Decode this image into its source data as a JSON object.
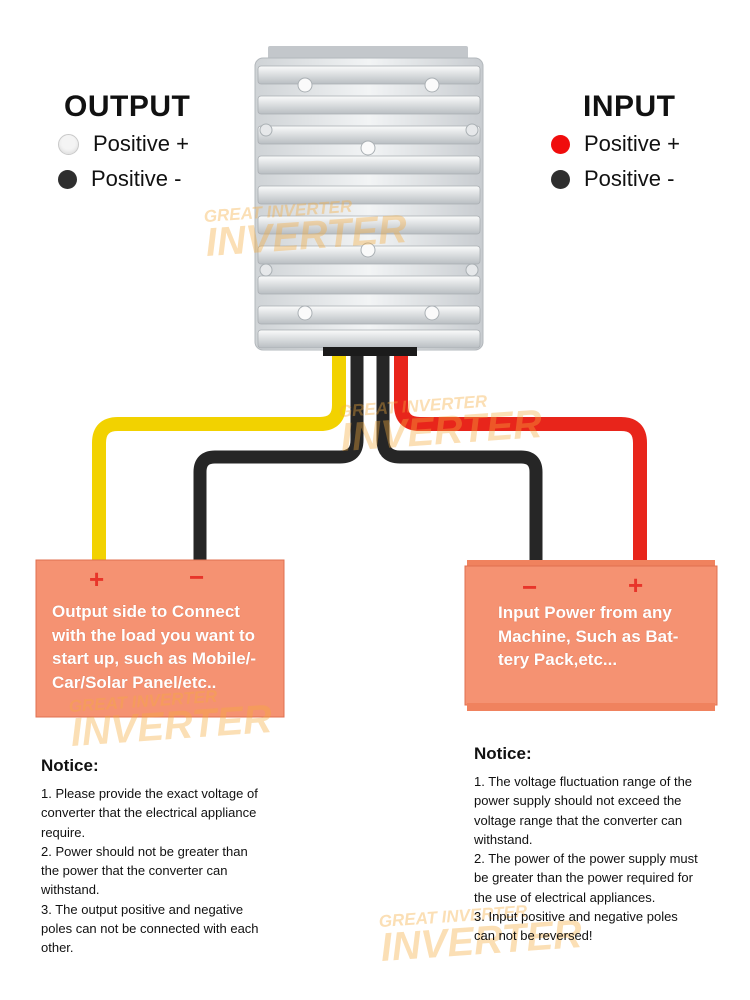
{
  "legend_output": {
    "title": "OUTPUT",
    "items": [
      {
        "label": "Positive +",
        "dot": "white",
        "color": "#f4f4f4"
      },
      {
        "label": "Positive -",
        "dot": "black",
        "color": "#2e2e2e"
      }
    ]
  },
  "legend_input": {
    "title": "INPUT",
    "items": [
      {
        "label": "Positive +",
        "dot": "red",
        "color": "#f00c0c"
      },
      {
        "label": "Positive -",
        "dot": "black",
        "color": "#2e2e2e"
      }
    ]
  },
  "output_box": {
    "text": "Output side to Connect with the load you want to start up, such as Mobile/-Car/Solar Panel/etc..",
    "plus": "+",
    "minus": "−",
    "color": "#f59272"
  },
  "input_box": {
    "text": "Input Power from any Machine, Such as Bat-tery Pack,etc...",
    "plus": "+",
    "minus": "−",
    "color": "#f59272"
  },
  "notice_left": {
    "title": "Notice:",
    "items": [
      "1. Please provide the exact voltage of converter that the electrical appliance require.",
      "2. Power should not be greater than the power that the converter can withstand.",
      "3. The output positive and negative poles can not be connected with each other."
    ]
  },
  "notice_right": {
    "title": "Notice:",
    "items": [
      "1. The voltage fluctuation range of the power supply should not exceed the voltage range that the converter can withstand.",
      "2. The power of the power supply must be greater than the power required for the use of electrical appliances.",
      "3. Input positive and negative poles can not be reversed!"
    ]
  },
  "wires": {
    "yellow": "#f2d200",
    "red": "#e8251b",
    "black": "#262626"
  },
  "watermark": {
    "line1": "GREAT INVERTER",
    "line2": "INVERTER"
  }
}
